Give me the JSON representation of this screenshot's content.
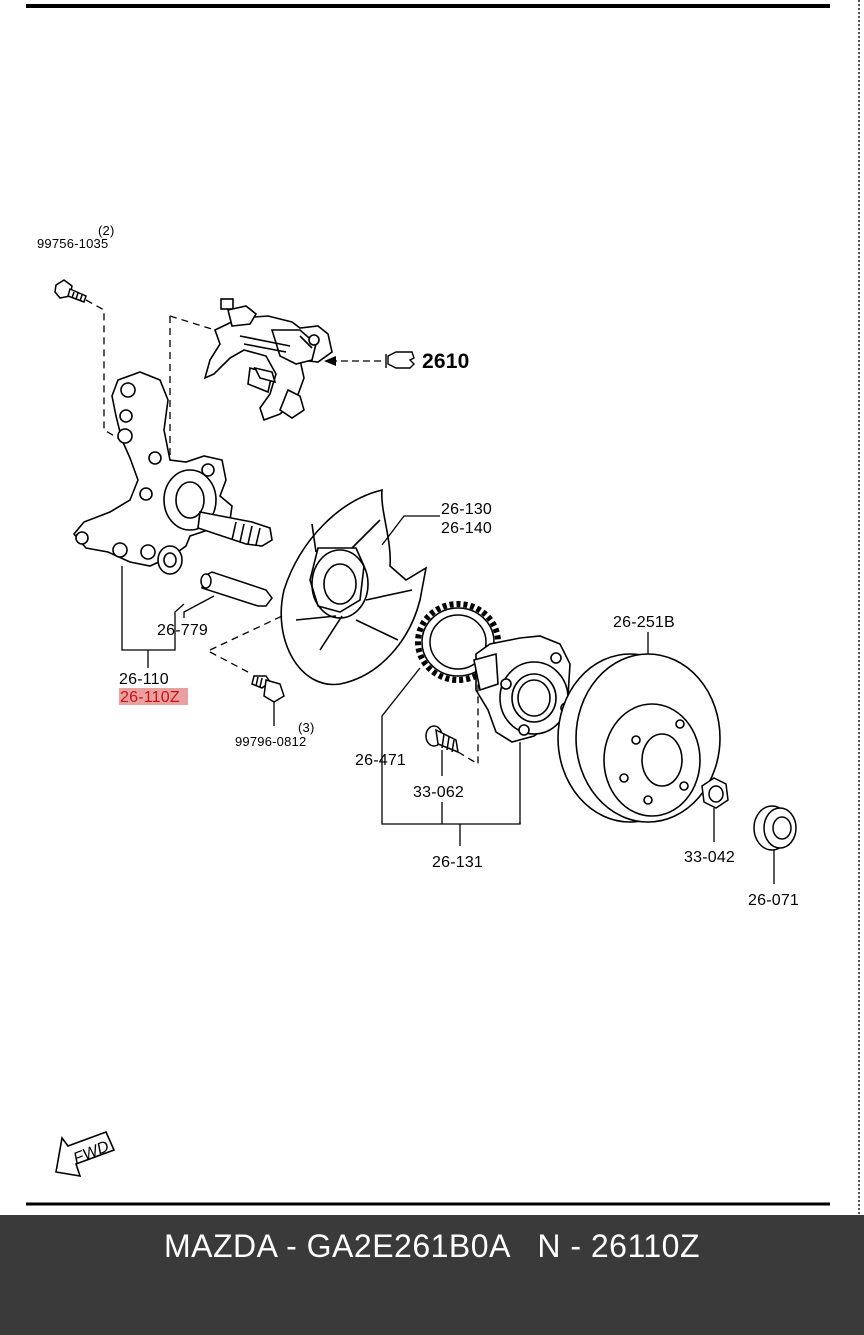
{
  "diagram": {
    "labels": {
      "bolt_top": "99756-1035",
      "bolt_top_qty": "(2)",
      "caliper_ref": "2610",
      "dust_shield_a": "26-130",
      "dust_shield_b": "26-140",
      "pin": "26-779",
      "knuckle": "26-110",
      "knuckle_alt": "26-110Z",
      "bolt_bottom": "99796-0812",
      "bolt_bottom_qty": "(3)",
      "disc": "26-251B",
      "abs_ring": "26-471",
      "hub_bolt": "33-062",
      "hub_assembly": "26-131",
      "nut": "33-042",
      "cap": "26-071",
      "fwd": "FWD"
    },
    "highlight_color": "#e8a0a0"
  },
  "footer": {
    "text": "MAZDA - GA2E261B0A   N - 26110Z",
    "background": "#3a3a3a"
  }
}
